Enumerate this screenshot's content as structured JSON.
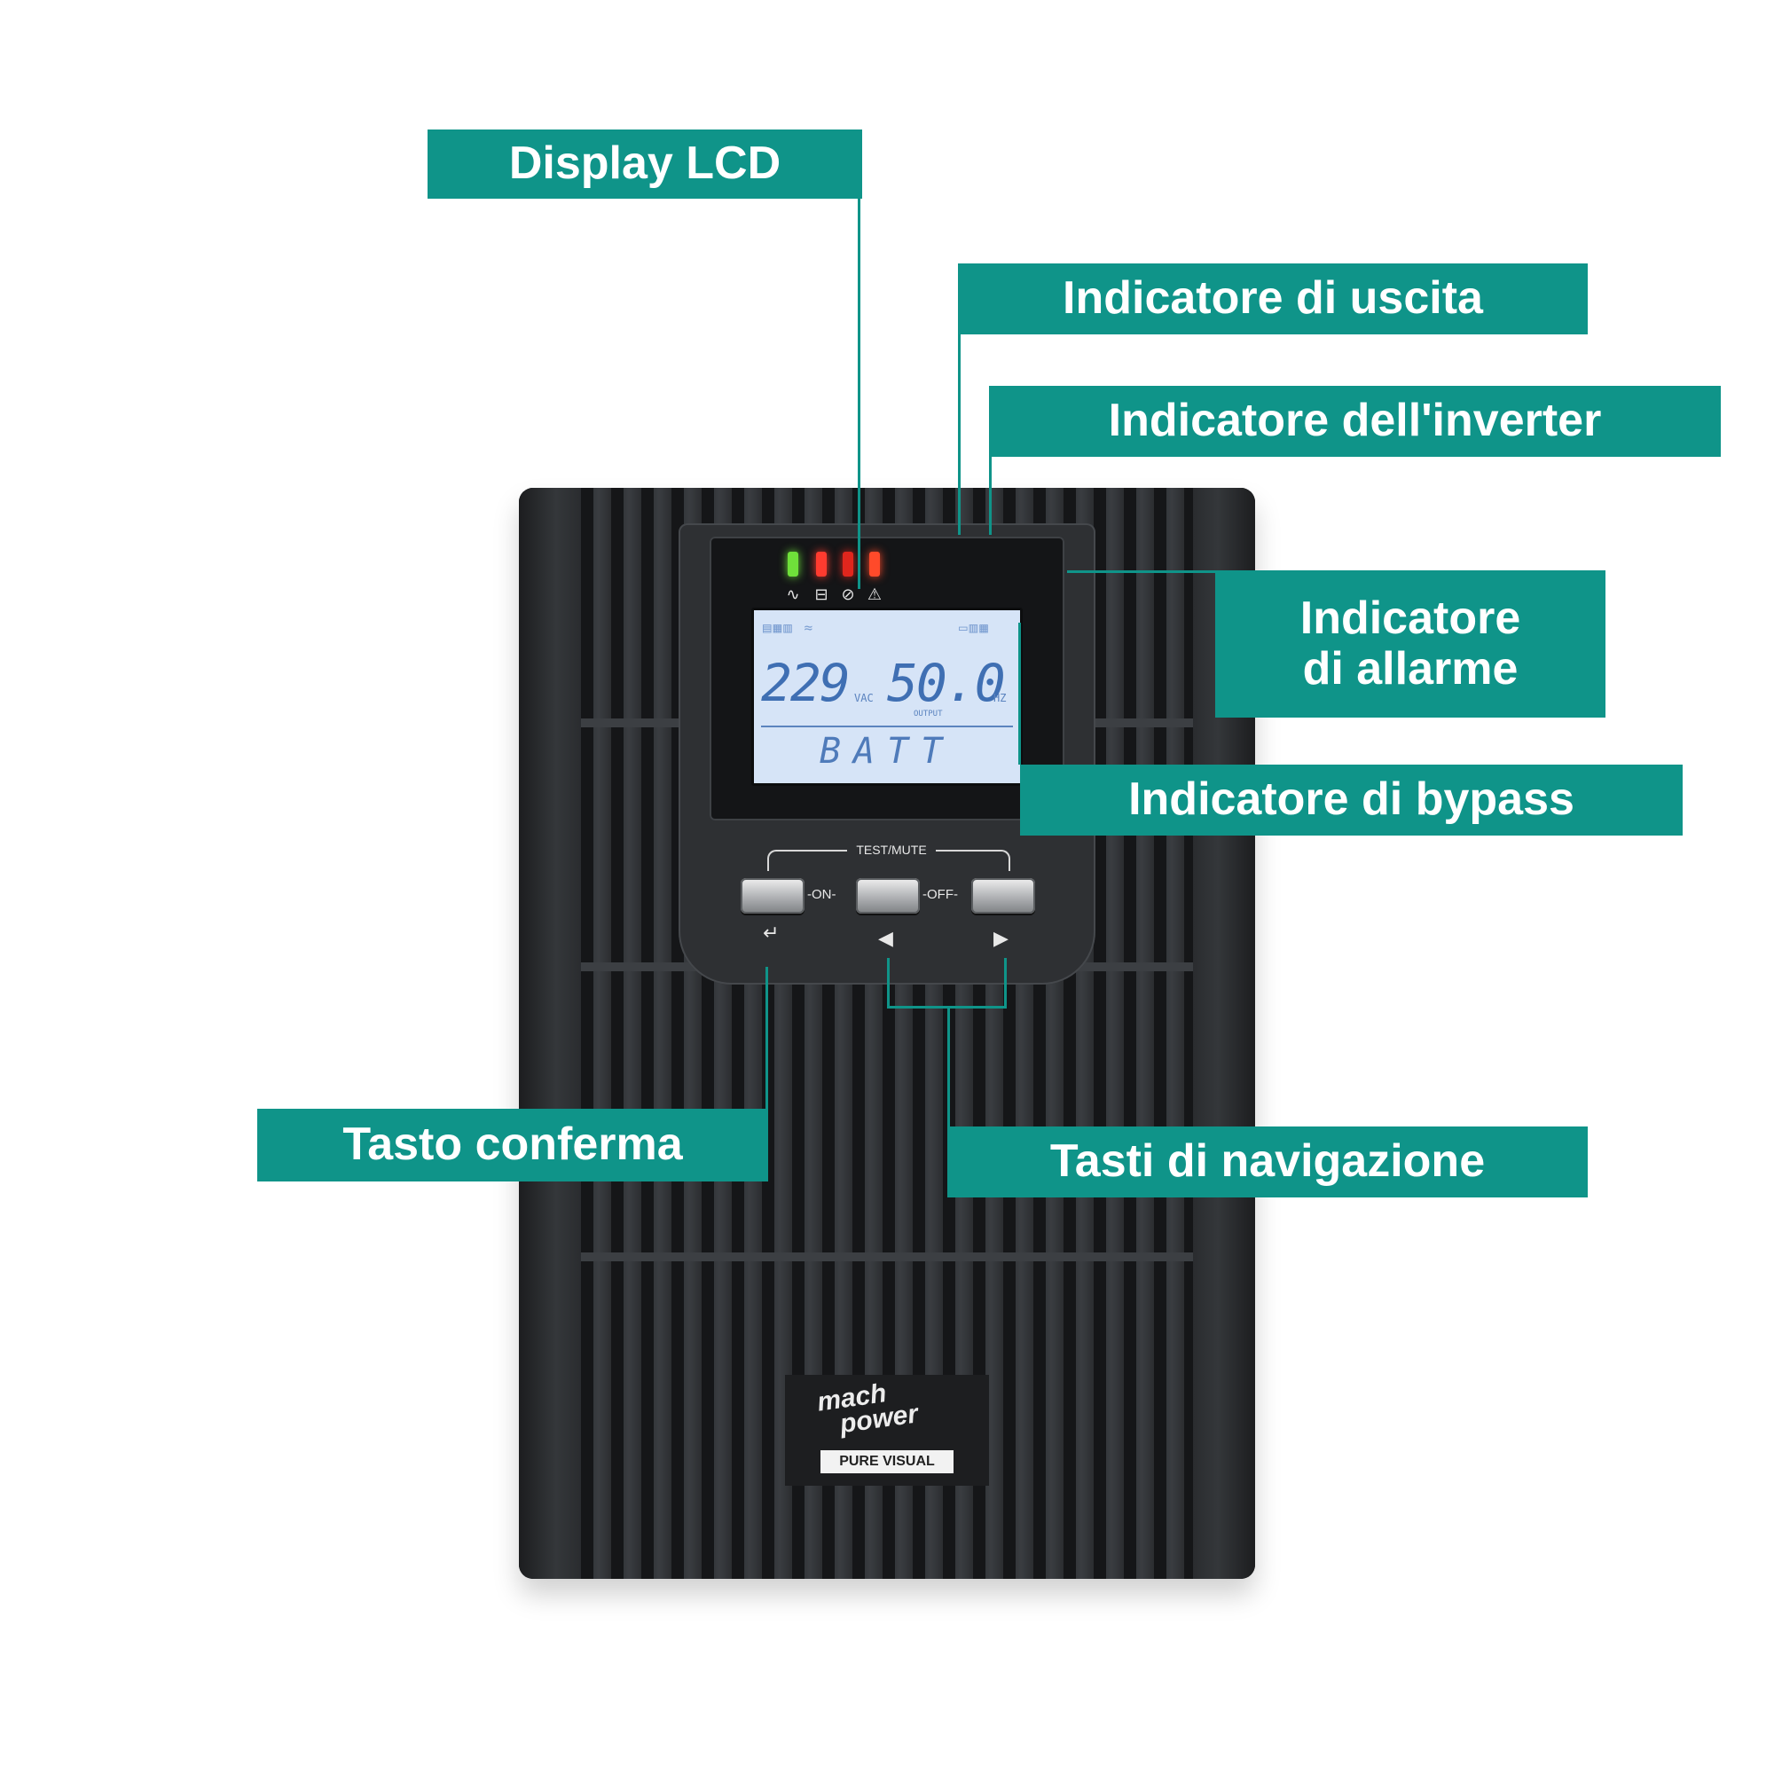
{
  "callouts": {
    "display_lcd": "Display LCD",
    "output_indicator": "Indicatore di uscita",
    "inverter_indicator": "Indicatore dell'inverter",
    "alarm_indicator_line1": "Indicatore",
    "alarm_indicator_line2": "di allarme",
    "bypass_indicator": "Indicatore di bypass",
    "confirm_key": "Tasto conferma",
    "navigation_keys": "Tasti di navigazione"
  },
  "device": {
    "lcd_voltage": "229",
    "lcd_voltage_unit": "VAC",
    "lcd_frequency": "50.0",
    "lcd_frequency_unit": "HZ",
    "lcd_output_label": "OUTPUT",
    "lcd_mode": "BATT",
    "test_mute_label": "TEST/MUTE",
    "on_label": "-ON-",
    "off_label": "-OFF-",
    "brand_line1": "mach",
    "brand_line2": "power",
    "model_plate": "PURE VISUAL",
    "led_colors": [
      "#6fe03a",
      "#ff3b2f",
      "#e0261d",
      "#ff4a2a"
    ]
  },
  "colors": {
    "accent": "#0f9489"
  }
}
